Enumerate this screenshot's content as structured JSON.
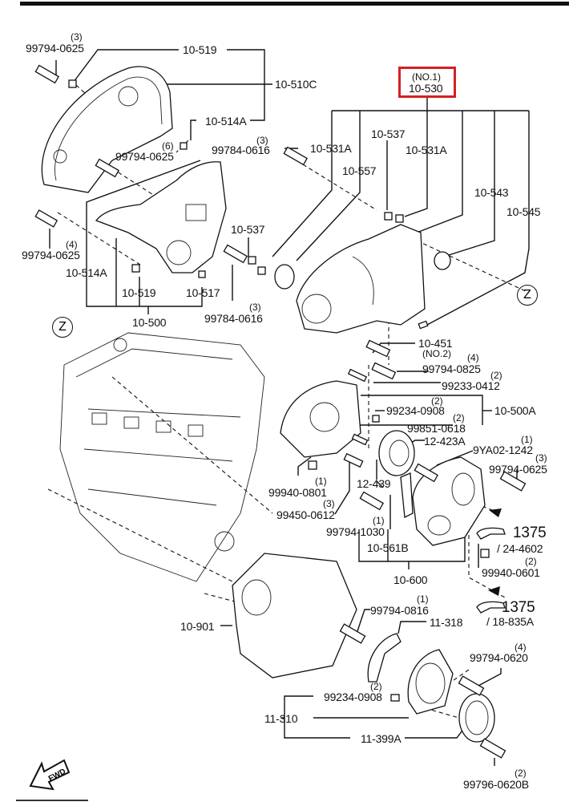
{
  "diagram": {
    "title": "Timing Belt Cover / Engine Front Cover Parts Diagram",
    "highlight_color": "#d42020",
    "highlighted_part": {
      "note": "(NO.1)",
      "part": "10-530"
    },
    "fwd_label": "FWD",
    "ref_marker": "Z",
    "labels": {
      "p99794_0625_top": "99794-0625",
      "q3_top": "(3)",
      "p10_519_top": "10-519",
      "p10_510C": "10-510C",
      "p10_514A_top": "10-514A",
      "q6": "(6)",
      "p99794_0625_mid": "99794-0625",
      "p99784_0616_top": "99784-0616",
      "q3_99784": "(3)",
      "p99794_0625_left": "99794-0625",
      "q4_left": "(4)",
      "p10_514A_left": "10-514A",
      "p10_519_bot": "10-519",
      "p10_517": "10-517",
      "p10_500": "10-500",
      "p10_537_left": "10-537",
      "p99784_0616_bot": "99784-0616",
      "q3_99784_bot": "(3)",
      "p10_531A_left": "10-531A",
      "p10_557": "10-557",
      "p10_537_right": "10-537",
      "p10_531A_right": "10-531A",
      "p10_543": "10-543",
      "p10_545": "10-545",
      "p10_451": "10-451",
      "no2": "(NO.2)",
      "p99794_0825": "99794-0825",
      "q4_0825": "(4)",
      "p99233_0412": "99233-0412",
      "q2_0412": "(2)",
      "p99234_0908_mid": "99234-0908",
      "q2_0908": "(2)",
      "p10_500A": "10-500A",
      "p99851_0618": "99851-0618",
      "q2_0618": "(2)",
      "p12_423A": "12-423A",
      "p9YA02_1242": "9YA02-1242",
      "q1_1242": "(1)",
      "p99794_0625_right": "99794-0625",
      "q3_0625r": "(3)",
      "p12_439": "12-439",
      "p99940_0801": "99940-0801",
      "q1_0801": "(1)",
      "p99450_0612": "99450-0612",
      "q3_0612": "(3)",
      "p99794_1030": "99794-1030",
      "q1_1030": "(1)",
      "p10_561B": "10-561B",
      "p10_600": "10-600",
      "ref1375_a": "1375",
      "ref24_4602": "/ 24-4602",
      "p99940_0601": "99940-0601",
      "q2_0601": "(2)",
      "p10_901": "10-901",
      "p99794_0816": "99794-0816",
      "q1_0816": "(1)",
      "p11_318": "11-318",
      "ref1375_b": "1375",
      "ref18_835A": "/ 18-835A",
      "p99794_0620": "99794-0620",
      "q4_0620": "(4)",
      "p99234_0908_bot": "99234-0908",
      "q2_0908b": "(2)",
      "p11_310": "11-310",
      "p11_399A": "11-399A",
      "p99796_0620B": "99796-0620B",
      "q2_0620B": "(2)"
    }
  }
}
